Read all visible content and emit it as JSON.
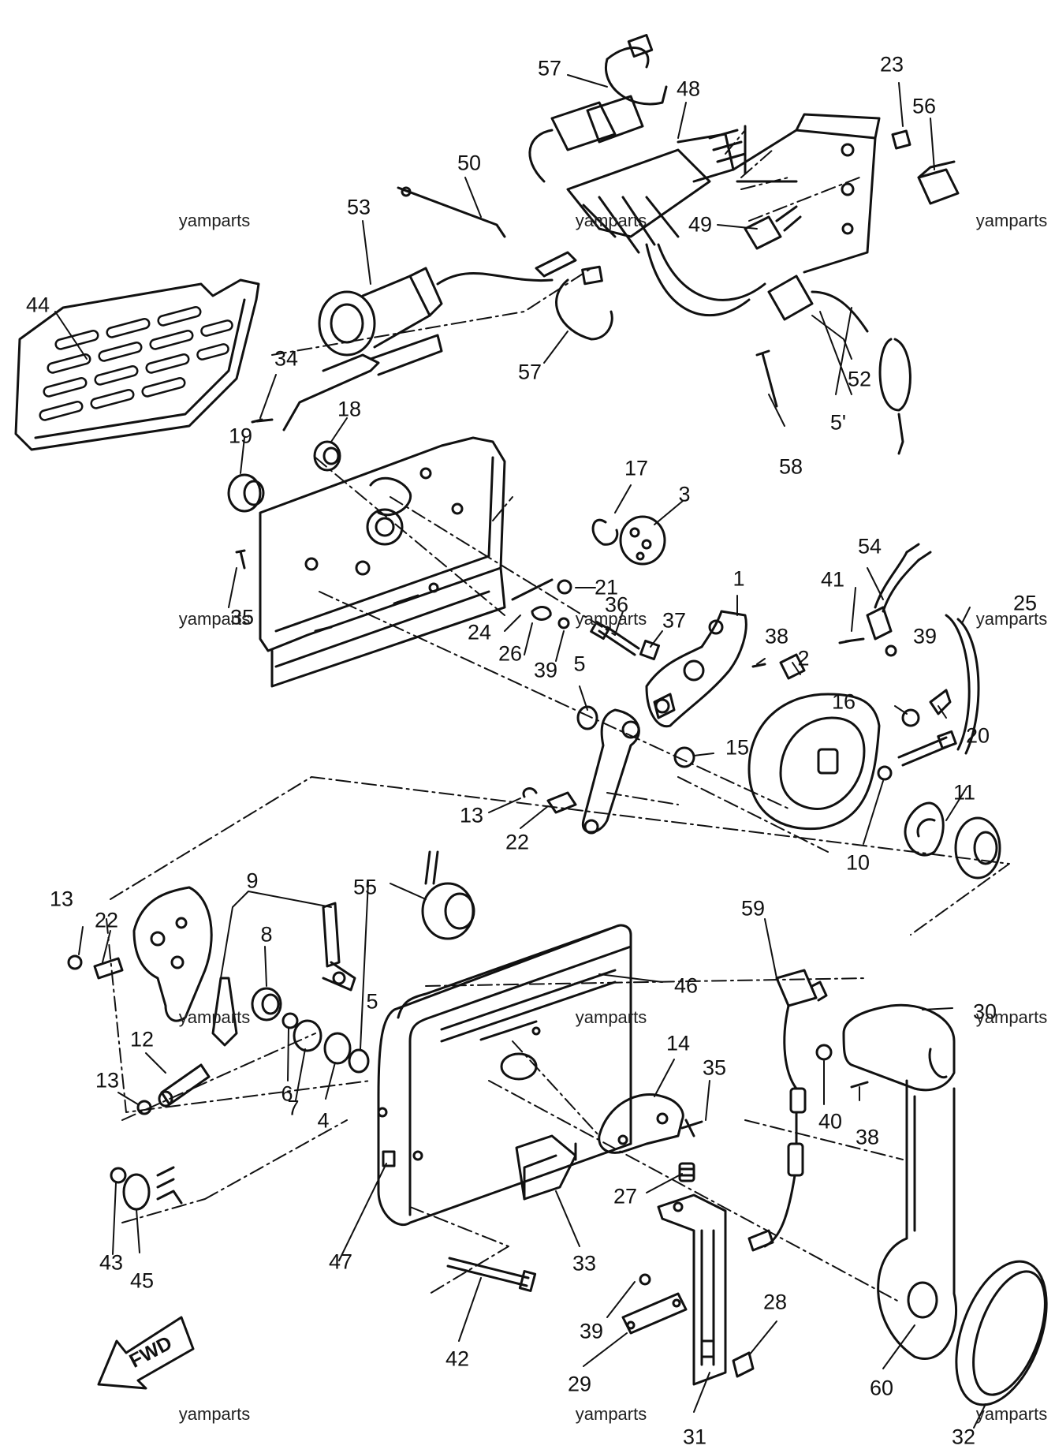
{
  "watermark": "yamparts",
  "fwd_label": "FWD",
  "parts": [
    {
      "id": "57a",
      "label": "57"
    },
    {
      "id": "48",
      "label": "48"
    },
    {
      "id": "23",
      "label": "23"
    },
    {
      "id": "56",
      "label": "56"
    },
    {
      "id": "50",
      "label": "50"
    },
    {
      "id": "53",
      "label": "53"
    },
    {
      "id": "49",
      "label": "49"
    },
    {
      "id": "44",
      "label": "44"
    },
    {
      "id": "57b",
      "label": "57"
    },
    {
      "id": "34",
      "label": "34"
    },
    {
      "id": "52",
      "label": "52"
    },
    {
      "id": "18",
      "label": "18"
    },
    {
      "id": "19",
      "label": "19"
    },
    {
      "id": "51",
      "label": "5'"
    },
    {
      "id": "58",
      "label": "58"
    },
    {
      "id": "17",
      "label": "17"
    },
    {
      "id": "3",
      "label": "3"
    },
    {
      "id": "54",
      "label": "54"
    },
    {
      "id": "41",
      "label": "41"
    },
    {
      "id": "25",
      "label": "25"
    },
    {
      "id": "35a",
      "label": "35"
    },
    {
      "id": "21",
      "label": "21"
    },
    {
      "id": "36",
      "label": "36"
    },
    {
      "id": "37",
      "label": "37"
    },
    {
      "id": "1",
      "label": "1"
    },
    {
      "id": "24",
      "label": "24"
    },
    {
      "id": "38a",
      "label": "38"
    },
    {
      "id": "39a",
      "label": "39"
    },
    {
      "id": "26",
      "label": "26"
    },
    {
      "id": "39b",
      "label": "39"
    },
    {
      "id": "2",
      "label": "2"
    },
    {
      "id": "5a",
      "label": "5"
    },
    {
      "id": "16",
      "label": "16"
    },
    {
      "id": "15",
      "label": "15"
    },
    {
      "id": "20",
      "label": "20"
    },
    {
      "id": "11",
      "label": "11"
    },
    {
      "id": "13a",
      "label": "13"
    },
    {
      "id": "22a",
      "label": "22"
    },
    {
      "id": "10",
      "label": "10"
    },
    {
      "id": "9",
      "label": "9"
    },
    {
      "id": "13b",
      "label": "13"
    },
    {
      "id": "55",
      "label": "55"
    },
    {
      "id": "22b",
      "label": "22"
    },
    {
      "id": "59",
      "label": "59"
    },
    {
      "id": "8",
      "label": "8"
    },
    {
      "id": "46",
      "label": "46"
    },
    {
      "id": "5b",
      "label": "5"
    },
    {
      "id": "30",
      "label": "30"
    },
    {
      "id": "12",
      "label": "12"
    },
    {
      "id": "14",
      "label": "14"
    },
    {
      "id": "35b",
      "label": "35"
    },
    {
      "id": "13c",
      "label": "13"
    },
    {
      "id": "6",
      "label": "6"
    },
    {
      "id": "7",
      "label": "7"
    },
    {
      "id": "4",
      "label": "4"
    },
    {
      "id": "40",
      "label": "40"
    },
    {
      "id": "38b",
      "label": "38"
    },
    {
      "id": "27",
      "label": "27"
    },
    {
      "id": "43",
      "label": "43"
    },
    {
      "id": "45",
      "label": "45"
    },
    {
      "id": "47",
      "label": "47"
    },
    {
      "id": "33",
      "label": "33"
    },
    {
      "id": "42",
      "label": "42"
    },
    {
      "id": "39c",
      "label": "39"
    },
    {
      "id": "28",
      "label": "28"
    },
    {
      "id": "29",
      "label": "29"
    },
    {
      "id": "60",
      "label": "60"
    },
    {
      "id": "31",
      "label": "31"
    },
    {
      "id": "32",
      "label": "32"
    }
  ]
}
